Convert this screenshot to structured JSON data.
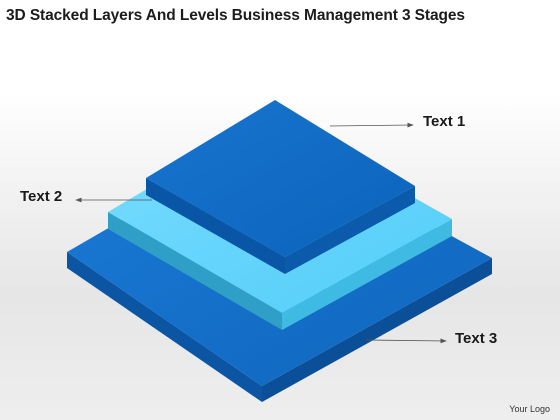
{
  "title": "3D Stacked Layers And Levels Business Management 3 Stages",
  "labels": {
    "layer1": "Text 1",
    "layer2": "Text 2",
    "layer3": "Text 3"
  },
  "footer": {
    "logo_text": "Your Logo"
  },
  "colors": {
    "top_layer": "#0f6cc4",
    "middle_layer": "#5cd3fb",
    "bottom_layer": "#116fc8",
    "arrow": "#555555"
  }
}
